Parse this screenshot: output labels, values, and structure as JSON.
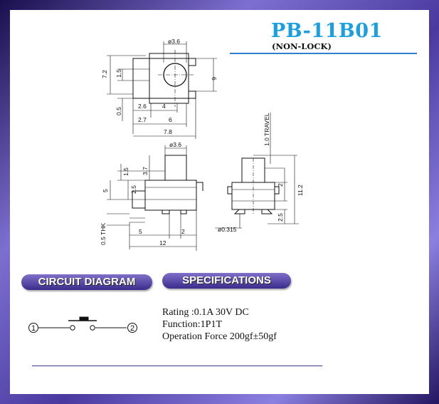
{
  "header": {
    "title": "PB-11B01",
    "subtitle": "(NON-LOCK)"
  },
  "sections": {
    "circuit_label": "CIRCUIT DIAGRAM",
    "spec_label": "SPECIFICATIONS"
  },
  "specs": {
    "rating": "Rating :0.1A  30V DC",
    "function": "Function:1P1T",
    "force": "Operation Force 200gf±50gf"
  },
  "circuit": {
    "pin1": "1",
    "pin2": "2"
  },
  "dims": {
    "top": {
      "d1": "ø3.6",
      "d2": "7.2",
      "d3": "1.5",
      "d4": "6",
      "d5": "0.5",
      "d6": "2.6",
      "d7": "4",
      "d8": "2.7",
      "d9": "6",
      "d10": "7.8"
    },
    "front": {
      "d1": "ø3.6",
      "d2": "1.5",
      "d3": "3.7",
      "d4": "2.5",
      "d5": "5",
      "d6": "0.5 THK",
      "d7": "5",
      "d8": "2",
      "d9": "12"
    },
    "side": {
      "d1": "1.0 TRAVEL",
      "d2": "2",
      "d3": "11.2",
      "d4": "2.5",
      "d5": "ø0.315"
    }
  },
  "colors": {
    "accent": "#1aa0e0",
    "pill": "#4a3aa0",
    "frame": "#6d5fc0"
  }
}
